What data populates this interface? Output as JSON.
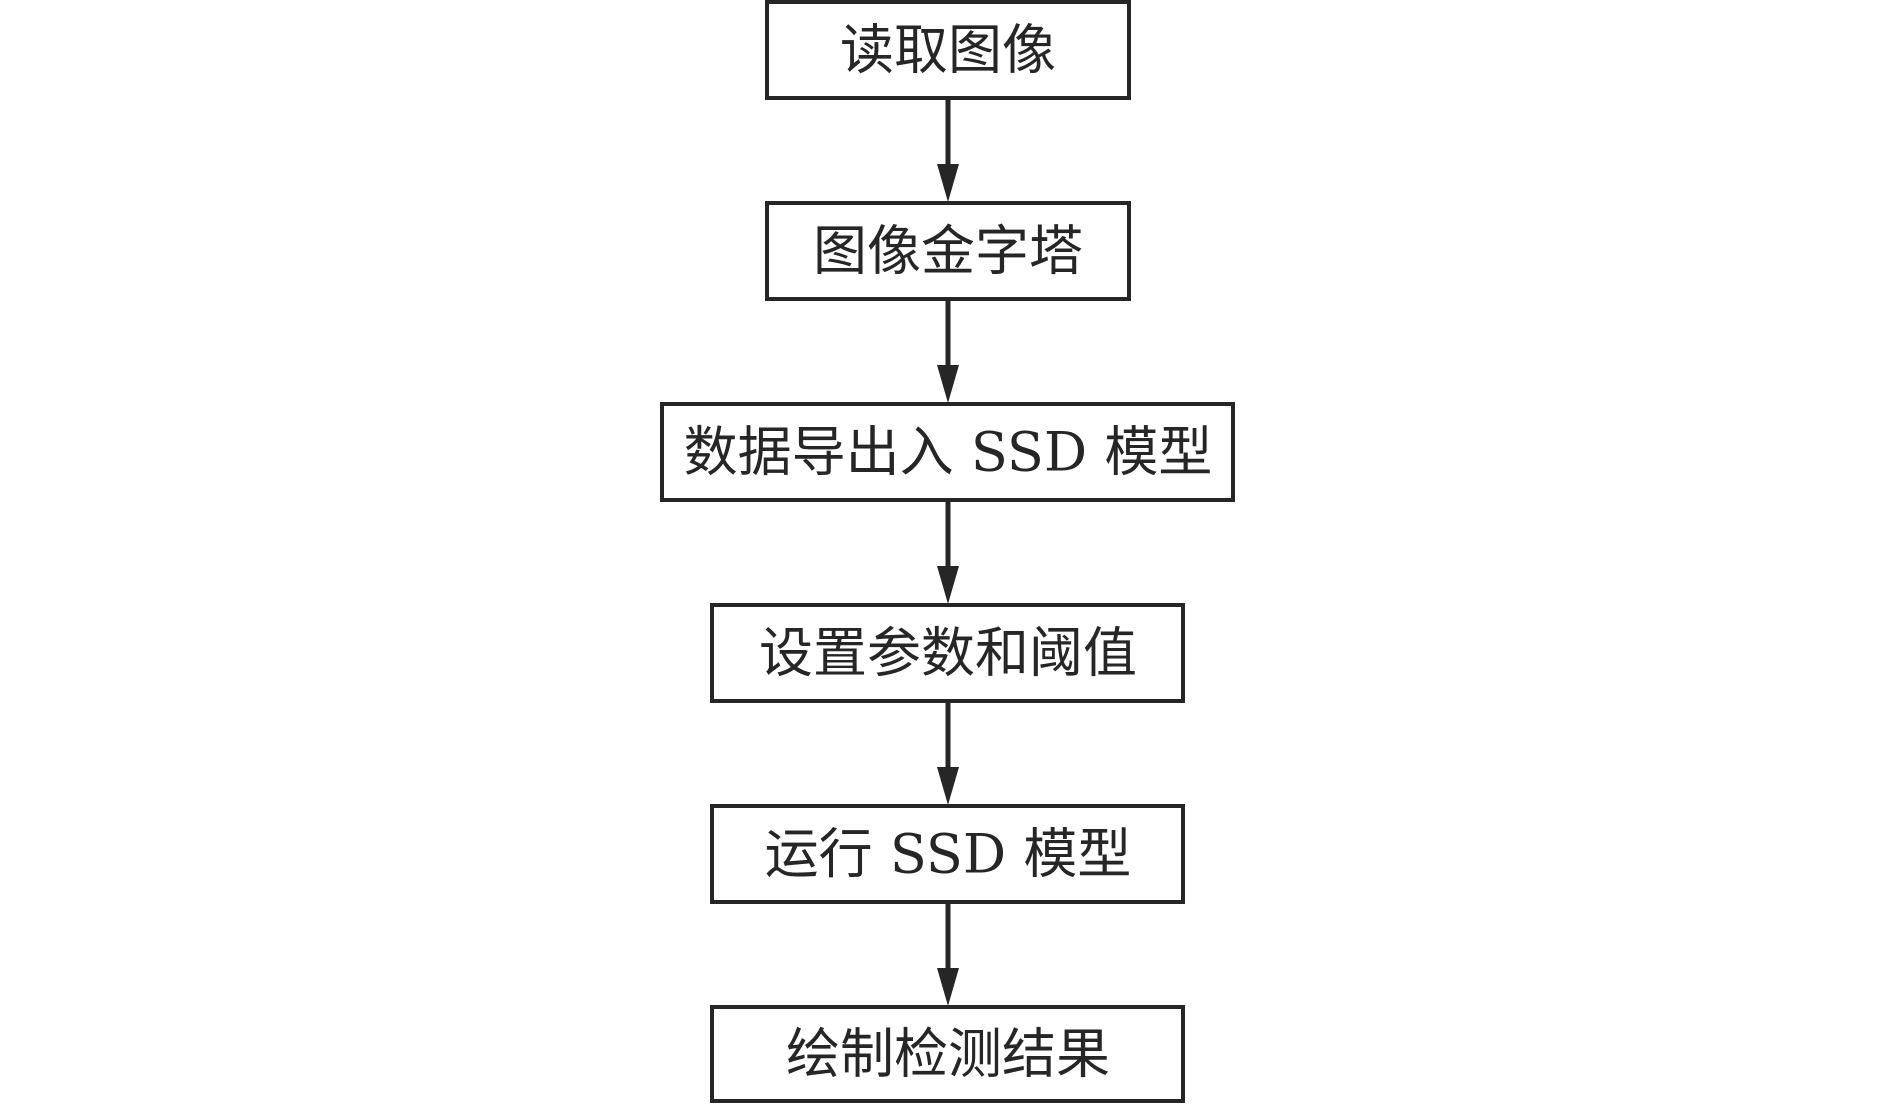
{
  "diagram": {
    "type": "flowchart",
    "direction": "top-to-bottom",
    "colors": {
      "stroke": "#262626",
      "box_fill": "#ffffff",
      "text": "#262626",
      "background": "#ffffff"
    },
    "steps": [
      {
        "id": "step1",
        "label": "读取图像"
      },
      {
        "id": "step2",
        "label": "图像金字塔"
      },
      {
        "id": "step3",
        "label": "数据导出入 SSD 模型"
      },
      {
        "id": "step4",
        "label": "设置参数和阈值"
      },
      {
        "id": "step5",
        "label": "运行 SSD 模型"
      },
      {
        "id": "step6",
        "label": "绘制检测结果"
      }
    ],
    "edges": [
      {
        "from": "step1",
        "to": "step2"
      },
      {
        "from": "step2",
        "to": "step3"
      },
      {
        "from": "step3",
        "to": "step4"
      },
      {
        "from": "step4",
        "to": "step5"
      },
      {
        "from": "step5",
        "to": "step6"
      }
    ]
  }
}
